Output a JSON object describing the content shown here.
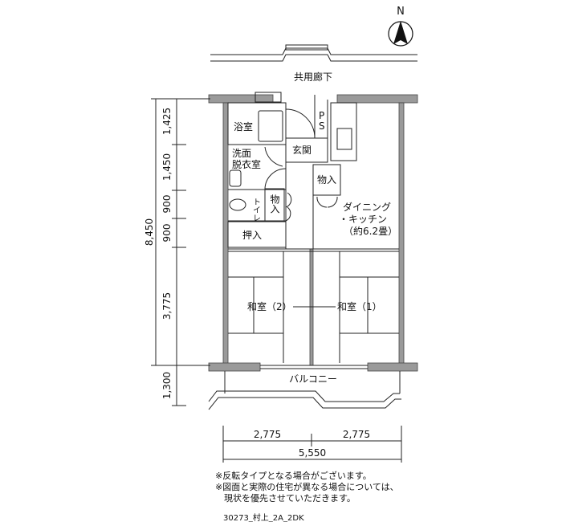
{
  "compass": {
    "label": "N"
  },
  "rooms": {
    "corridor": "共用廊下",
    "bath": "浴室",
    "washroom_line1": "洗面",
    "washroom_line2": "脱衣室",
    "entrance": "玄関",
    "ps_p": "P",
    "ps_s": "S",
    "storage_upper": "物入",
    "toilet": "トイレ",
    "storage_small": "物入",
    "dk_line1": "ダイニング",
    "dk_line2": "・キッチン",
    "dk_line3": "（約6.2畳）",
    "closet": "押入",
    "washitsu2": "和室（2）",
    "washitsu1": "和室（1）",
    "balcony": "バルコニー"
  },
  "dimensions": {
    "vertical": [
      "1,425",
      "1,450",
      "900",
      "900",
      "3,775",
      "1,300"
    ],
    "vertical_total": "8,450",
    "horizontal": [
      "2,775",
      "2,775"
    ],
    "horizontal_total": "5,550"
  },
  "notes": [
    "※反転タイプとなる場合がございます。",
    "※図面と実際の住宅が異なる場合については、",
    "　現状を優先させていただきます。"
  ],
  "plan_code": "30273_村上_2A_2DK",
  "colors": {
    "wall": "#9a9a9a",
    "line": "#222222"
  }
}
